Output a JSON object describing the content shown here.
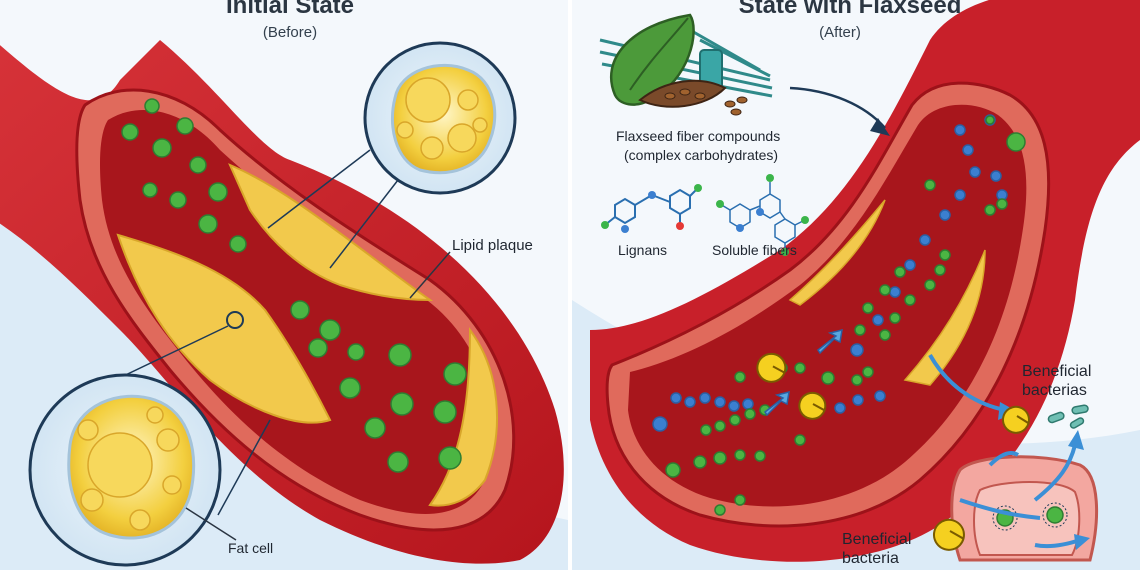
{
  "left_panel": {
    "title": "Initial State",
    "subtitle": "(Before)",
    "labels": {
      "lipid_plaque": "Lipid plaque",
      "fat_cell": "Fat cell"
    }
  },
  "right_panel": {
    "title": "State with Flaxseed",
    "subtitle": "(After)",
    "compounds_line1": "Flaxseed fiber compounds",
    "compounds_line2": "(complex carbohydrates)",
    "lignans": "Lignans",
    "soluble_fibers": "Soluble fibers",
    "beneficial_bacterias_line1": "Beneficial",
    "beneficial_bacterias_line2": "bacterias",
    "beneficial_bacteria_line1": "Beneficial",
    "beneficial_bacteria_line2": "bacteria"
  },
  "colors": {
    "artery_outer": "#c8202a",
    "artery_wall": "#d9564a",
    "lumen": "#a8161c",
    "plaque": "#f2c94c",
    "particle_green": "#4bb543",
    "fiber_blue": "#3b7fd0",
    "bacteria_yellow": "#f5d020",
    "background": "#eef5fb"
  }
}
